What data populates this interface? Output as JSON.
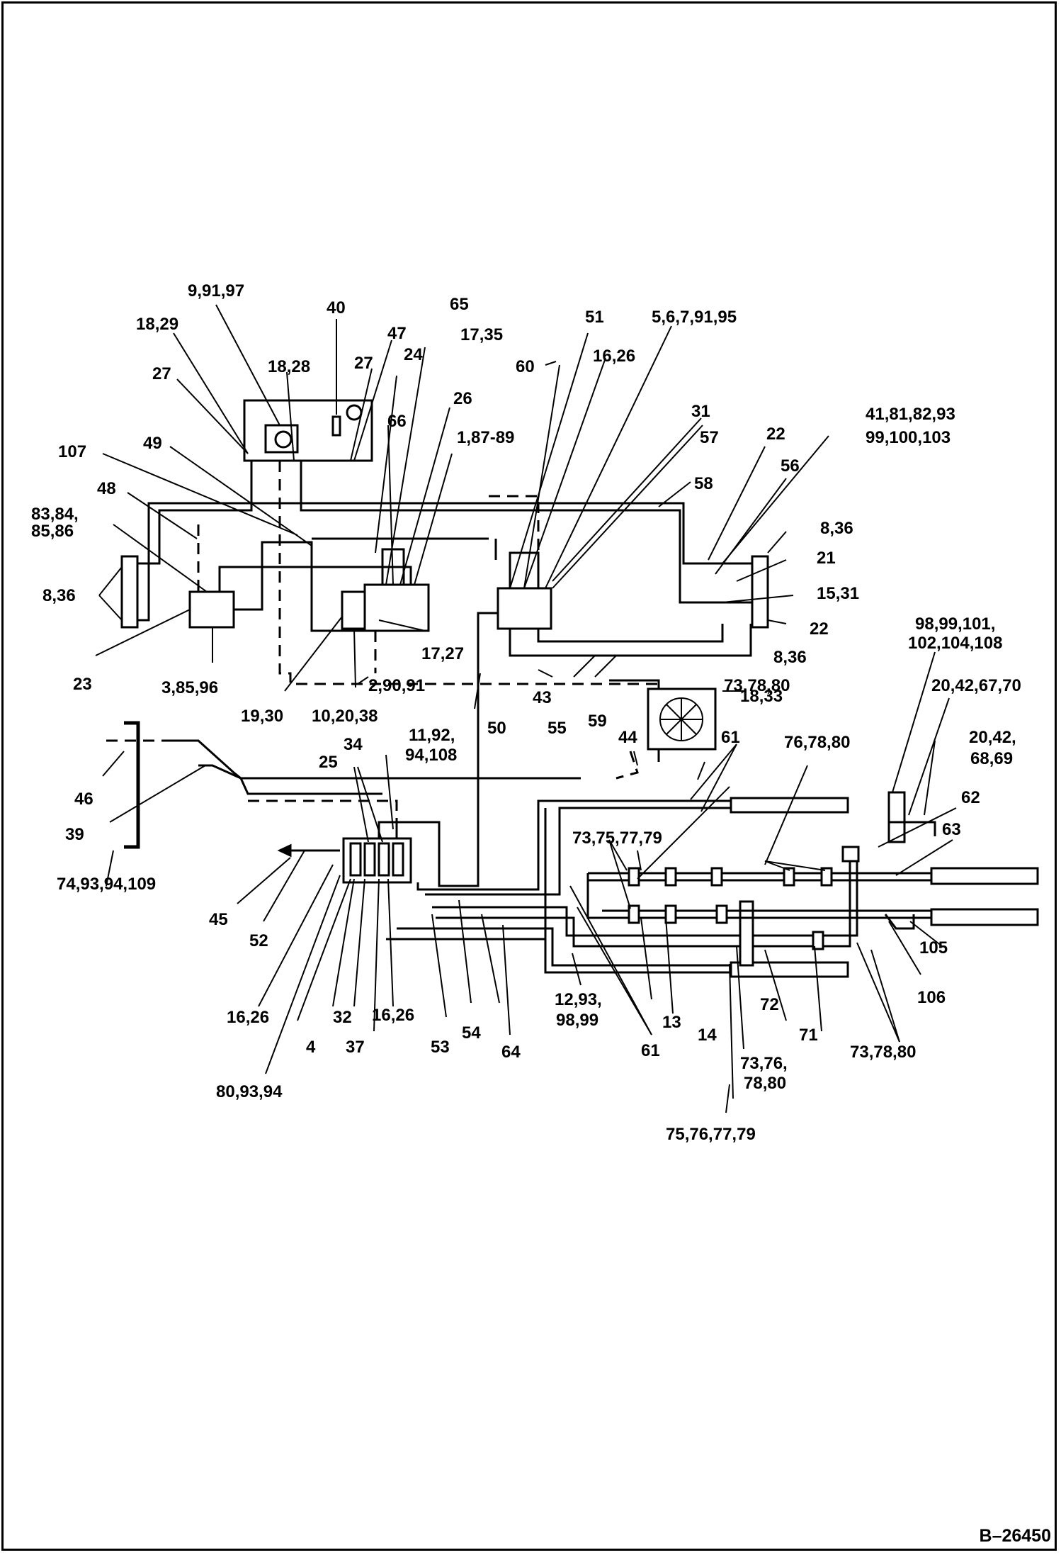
{
  "drawing_number": "B–26450",
  "callouts": {
    "c_9_91_97": "9,91,97",
    "c_18_29": "18,29",
    "c_27a": "27",
    "c_107": "107",
    "c_49": "49",
    "c_48": "48",
    "c_83_84": "83,84,",
    "c_85_86": "85,86",
    "c_8_36a": "8,36",
    "c_23": "23",
    "c_3_85_96": "3,85,96",
    "c_18_28": "18,28",
    "c_40": "40",
    "c_27b": "27",
    "c_47": "47",
    "c_24": "24",
    "c_65": "65",
    "c_17_35": "17,35",
    "c_66": "66",
    "c_26a": "26",
    "c_1_87_89": "1,87-89",
    "c_19_30": "19,30",
    "c_10_20_38": "10,20,38",
    "c_2_90_91": "2,90,91",
    "c_17_27": "17,27",
    "c_51": "51",
    "c_60": "60",
    "c_5_6_7_91_95": "5,6,7,91,95",
    "c_16_26a": "16,26",
    "c_31": "31",
    "c_57": "57",
    "c_58": "58",
    "c_22a": "22",
    "c_56": "56",
    "c_41_81_82_93": "41,81,82,93",
    "c_99_100_103": "99,100,103",
    "c_8_36b": "8,36",
    "c_21": "21",
    "c_15_31": "15,31",
    "c_22b": "22",
    "c_8_36c": "8,36",
    "c_43": "43",
    "c_55": "55",
    "c_59": "59",
    "c_18_33": "18,33",
    "c_50": "50",
    "c_11_92": "11,92,",
    "c_94_108a": "94,108",
    "c_44": "44",
    "c_61a": "61",
    "c_98_99_101": "98,99,101,",
    "c_102_104_108": "102,104,108",
    "c_20_42_67_70": "20,42,67,70",
    "c_73_78_80a": "73,78,80",
    "c_76_78_80": "76,78,80",
    "c_20_42": "20,42,",
    "c_68_69": "68,69",
    "c_62": "62",
    "c_63": "63",
    "c_34": "34",
    "c_25": "25",
    "c_46": "46",
    "c_39": "39",
    "c_74_93_94_109": "74,93,94,109",
    "c_45": "45",
    "c_52": "52",
    "c_73_75_77_79": "73,75,77,79",
    "c_105": "105",
    "c_106": "106",
    "c_16_26b": "16,26",
    "c_4": "4",
    "c_32": "32",
    "c_16_26c": "16,26",
    "c_37": "37",
    "c_53": "53",
    "c_54": "54",
    "c_64": "64",
    "c_12_93": "12,93,",
    "c_98_99": "98,99",
    "c_13": "13",
    "c_14": "14",
    "c_61b": "61",
    "c_72": "72",
    "c_71": "71",
    "c_73_76": "73,76,",
    "c_78_80": "78,80",
    "c_73_78_80b": "73,78,80",
    "c_80_93_94": "80,93,94",
    "c_75_76_77_79": "75,76,77,79"
  }
}
